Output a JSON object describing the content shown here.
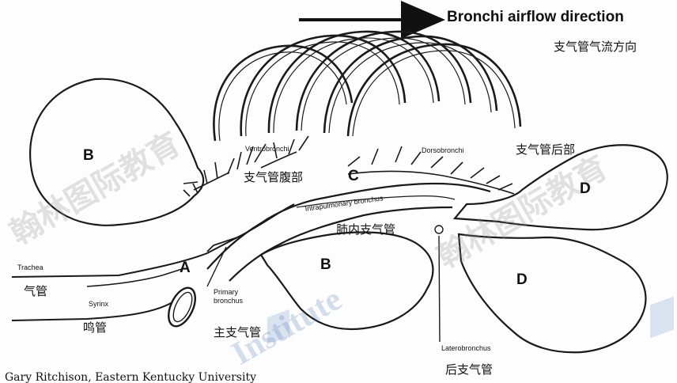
{
  "direction": {
    "en": "Bronchi airflow direction",
    "cn": "支气管气流方向"
  },
  "regions": {
    "b_left": "B",
    "b_center": "B",
    "c": "C",
    "a": "A",
    "d_top": "D",
    "d_bottom": "D"
  },
  "labels": {
    "ventrobronchi": {
      "en": "Ventrobronchi",
      "cn": "支气管腹部"
    },
    "dorsobronchi": {
      "en": "Dorsobronchi",
      "cn": "支气管后部"
    },
    "intrapulmonary": {
      "en": "Intrapulmonary bronchus",
      "cn": "肺内支气管"
    },
    "trachea": {
      "en": "Trachea",
      "cn": "气管"
    },
    "syrinx": {
      "en": "Syrinx",
      "cn": "鸣管"
    },
    "primary": {
      "en_line1": "Primary",
      "en_line2": "bronchus",
      "cn": "主支气管"
    },
    "laterobronchus": {
      "en": "Laterobronchus",
      "cn": "后支气管"
    }
  },
  "credit": "Gary Ritchison, Eastern Kentucky University",
  "watermark": {
    "text_cn": "翰林图际教育",
    "text_en": "Institute"
  },
  "colors": {
    "line": "#1a1a1a",
    "watermark_blue": "#3a6fb0"
  }
}
